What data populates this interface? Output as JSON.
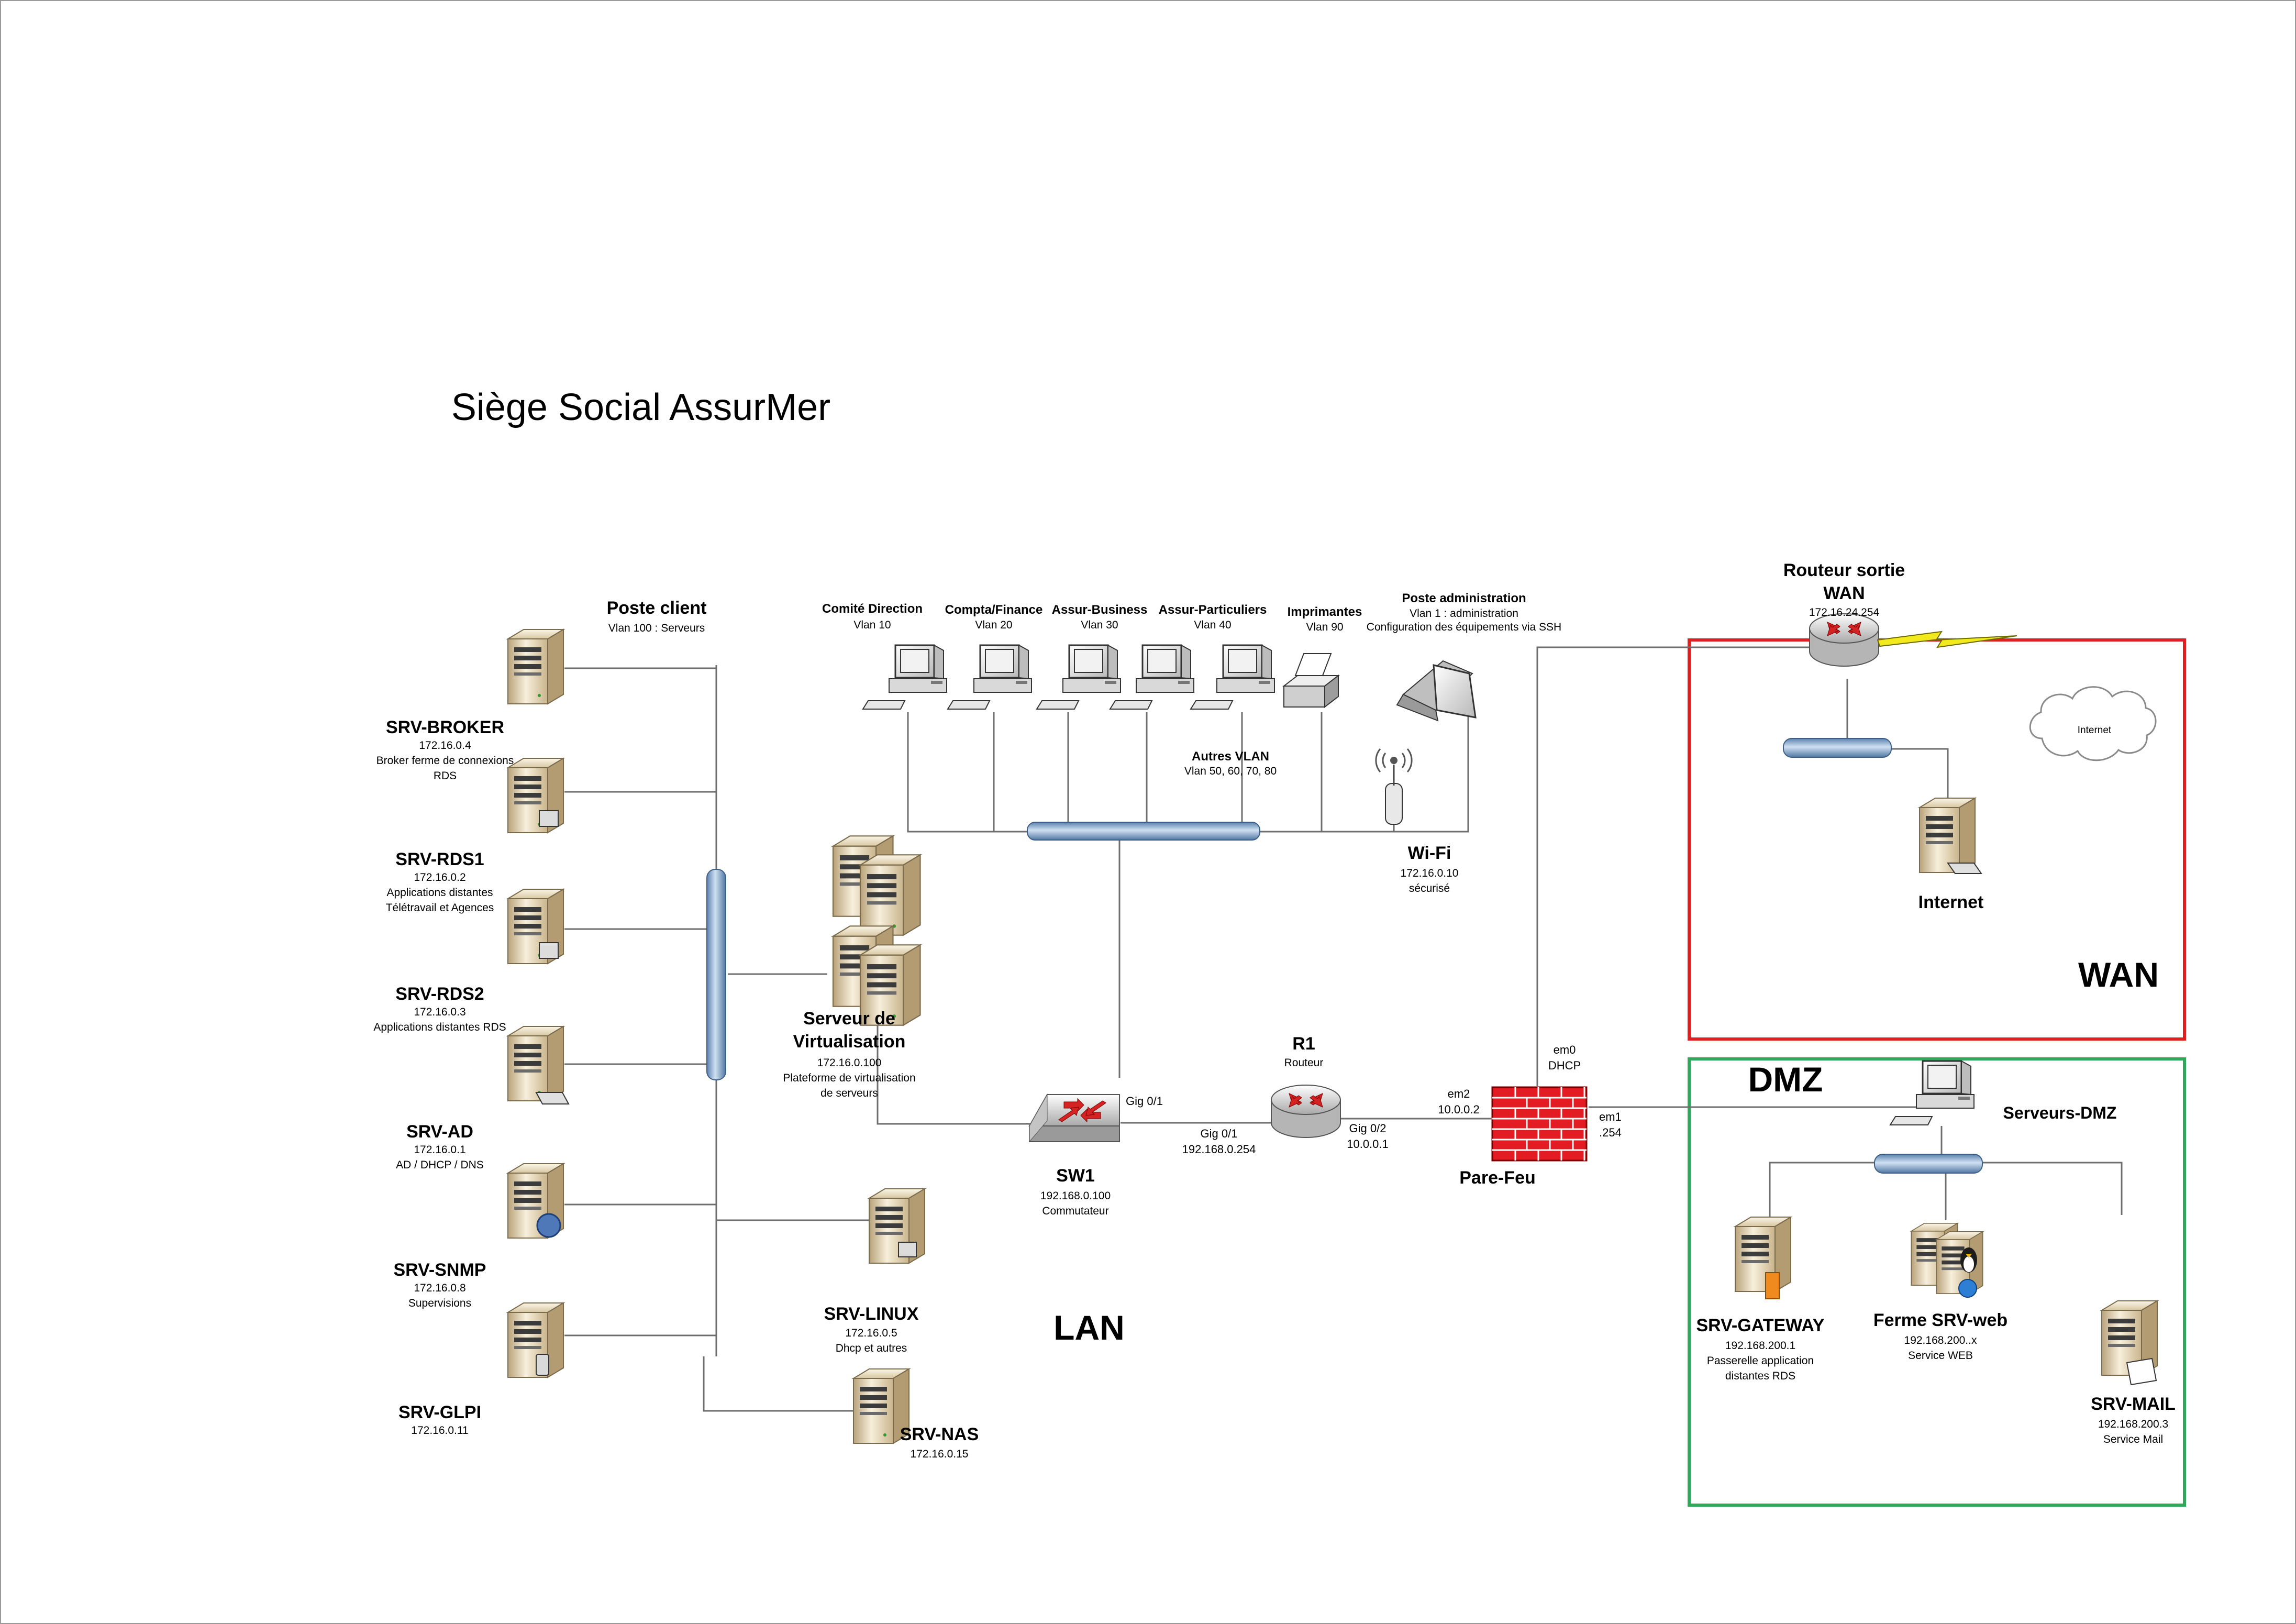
{
  "title": "Siège Social AssurMer",
  "colors": {
    "wan": "#e02020",
    "dmz": "#2fa85a",
    "lan": "#0d2c6b",
    "firewall": "#e31b23",
    "bus": "#9fc0e0"
  },
  "zones": {
    "wan": "WAN",
    "dmz": "DMZ",
    "lan": "LAN"
  },
  "servers_bus": {
    "title": "Poste client",
    "vlan": "Vlan 100 : Serveurs"
  },
  "servers": [
    {
      "name": "SRV-BROKER",
      "ip": "172.16.0.4",
      "desc1": "Broker ferme de connexions",
      "desc2": "RDS",
      "icon": "server-tower-icon"
    },
    {
      "name": "SRV-RDS1",
      "ip": "172.16.0.2",
      "desc1": "Applications distantes",
      "desc2": "Télétravail et Agences",
      "icon": "server-terminal-icon"
    },
    {
      "name": "SRV-RDS2",
      "ip": "172.16.0.3",
      "desc1": "Applications distantes RDS",
      "desc2": "",
      "icon": "server-terminal-icon"
    },
    {
      "name": "SRV-AD",
      "ip": "172.16.0.1",
      "desc1": "AD / DHCP / DNS",
      "desc2": "",
      "icon": "server-directory-icon"
    },
    {
      "name": "SRV-SNMP",
      "ip": "172.16.0.8",
      "desc1": "Supervisions",
      "desc2": "",
      "icon": "server-monitoring-icon"
    },
    {
      "name": "SRV-GLPI",
      "ip": "172.16.0.11",
      "desc1": "",
      "desc2": "",
      "icon": "server-mobile-icon"
    }
  ],
  "virt": {
    "name1": "Serveur de",
    "name2": "Virtualisation",
    "ip": "172.16.0.100",
    "desc1": "Plateforme de virtualisation",
    "desc2": "de serveurs"
  },
  "linux": {
    "name": "SRV-LINUX",
    "ip": "172.16.0.5",
    "desc": "Dhcp et autres"
  },
  "nas": {
    "name": "SRV-NAS",
    "ip": "172.16.0.15"
  },
  "vlans": [
    {
      "name": "Comité Direction",
      "vlan": "Vlan 10"
    },
    {
      "name": "Compta/Finance",
      "vlan": "Vlan 20"
    },
    {
      "name": "Assur-Business",
      "vlan": "Vlan 30"
    },
    {
      "name": "Assur-Particuliers",
      "vlan": "Vlan 40"
    },
    {
      "name": "Imprimantes",
      "vlan": "Vlan 90"
    }
  ],
  "other_vlan": {
    "name": "Autres VLAN",
    "vlan": "Vlan 50, 60, 70, 80"
  },
  "admin": {
    "name": "Poste administration",
    "desc1": "Vlan 1 : administration",
    "desc2": "Configuration des équipements via SSH"
  },
  "wifi": {
    "name": "Wi-Fi",
    "ip": "172.16.0.10",
    "desc": "sécurisé"
  },
  "sw1": {
    "name": "SW1",
    "ip": "192.168.0.100",
    "desc": "Commutateur",
    "port": "Gig 0/1"
  },
  "r1": {
    "name": "R1",
    "desc": "Routeur",
    "port_left": "Gig 0/1",
    "ip_left": "192.168.0.254",
    "port_right": "Gig 0/2",
    "ip_right": "10.0.0.1"
  },
  "firewall": {
    "name": "Pare-Feu",
    "em0": "em0",
    "em0_desc": "DHCP",
    "em1": "em1",
    "em1_ip": ".254",
    "em2": "em2",
    "em2_ip": "10.0.0.2"
  },
  "wan_router": {
    "name1": "Routeur sortie",
    "name2": "WAN",
    "ip": "172.16.24.254"
  },
  "cloud": {
    "label": "Internet"
  },
  "internet_host": {
    "name": "Internet"
  },
  "dmz_hub": {
    "name": "Serveurs-DMZ"
  },
  "dmz_servers": [
    {
      "name": "SRV-GATEWAY",
      "ip": "192.168.200.1",
      "desc1": "Passerelle application",
      "desc2": "distantes RDS"
    },
    {
      "name": "Ferme SRV-web",
      "ip": "192.168.200..x",
      "desc1": "Service WEB",
      "desc2": ""
    },
    {
      "name": "SRV-MAIL",
      "ip": "192.168.200.3",
      "desc1": "Service Mail",
      "desc2": ""
    }
  ]
}
